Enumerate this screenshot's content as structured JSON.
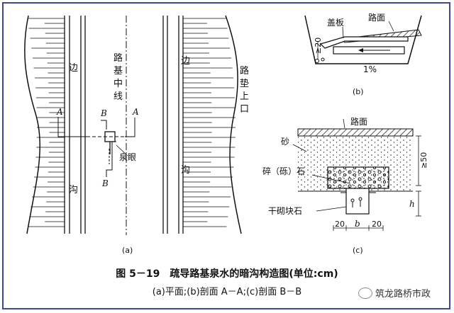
{
  "plan": {
    "label_bian_left": "边",
    "label_gou_left": "沟",
    "label_bian_right": "边",
    "label_gou_right": "沟",
    "label_centerline": [
      "路",
      "基",
      "中",
      "线"
    ],
    "label_shoulder": [
      "路",
      "垫",
      "上",
      "口"
    ],
    "label_spring": "泉眼",
    "sec_a": "A",
    "sec_b": "B",
    "sublabel": "(a)"
  },
  "section_b": {
    "label_cover": "盖板",
    "label_road": "路面",
    "label_height": "≥20",
    "label_slope": "1%",
    "sublabel": "(b)"
  },
  "section_c": {
    "label_road": "路面",
    "label_sand": "砂",
    "label_gravel": "碎（砾）石",
    "label_stone": "干砌块石",
    "label_depth": "≥50",
    "label_h": "h",
    "dim_left": "20",
    "dim_mid": "b",
    "dim_right": "20",
    "sublabel": "(c)"
  },
  "caption": {
    "title": "图 5－19　疏导路基泉水的暗沟构造图(单位:cm)",
    "subtitle": "(a)平面;(b)剖面 A－A;(c)剖面 B－B"
  },
  "watermark": "筑龙路桥市政"
}
